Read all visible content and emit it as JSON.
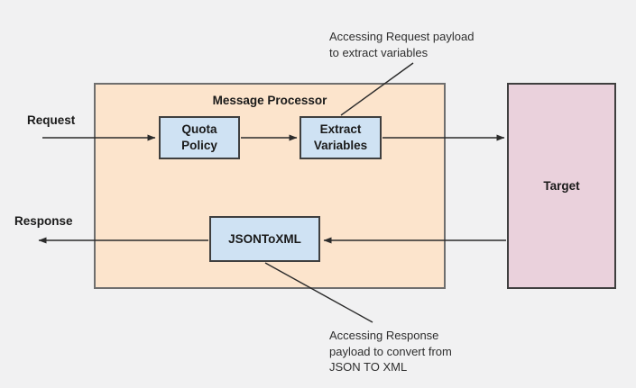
{
  "diagram": {
    "message_processor_title": "Message Processor",
    "labels": {
      "request": "Request",
      "response": "Response"
    },
    "nodes": {
      "quota_policy": "Quota\nPolicy",
      "extract_variables": "Extract\nVariables",
      "json_to_xml": "JSONToXML",
      "target": "Target"
    },
    "annotations": {
      "request_payload": "Accessing Request payload\nto extract variables",
      "response_payload": "Accessing Response\npayload to convert from\nJSON TO XML"
    },
    "colors": {
      "background": "#F1F1F2",
      "message_processor_fill": "#FCE4CC",
      "policy_fill": "#CFE2F3",
      "target_fill": "#EAD1DC",
      "box_border": "#3F3F3F",
      "container_border": "#6E6E6E",
      "arrow": "#2B2B2B",
      "text": "#1A1A1A"
    }
  }
}
